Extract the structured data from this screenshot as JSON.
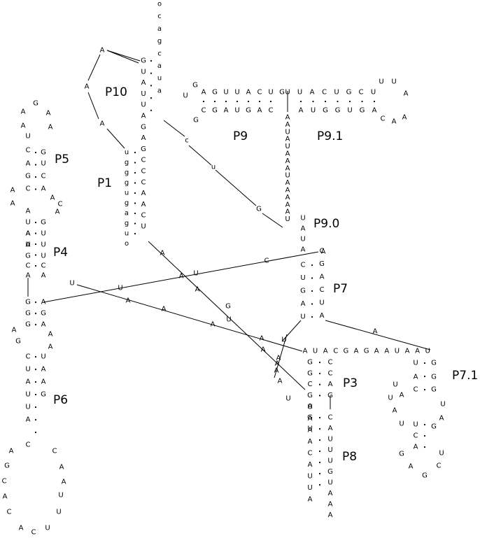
{
  "diagram": {
    "stem_labels": [
      "P10",
      "P1",
      "P5",
      "P4",
      "P6",
      "P9",
      "P9.1",
      "P9.0",
      "P7",
      "P3",
      "P8",
      "P7.1"
    ],
    "strands": [
      {
        "name": "five-prime-tail",
        "seq": "ocagcaua"
      },
      {
        "name": "p10-left-loop",
        "seq": "AAA"
      },
      {
        "name": "p1-left",
        "seq": "GUAUUAGAGCCCAACU"
      },
      {
        "name": "p1-right",
        "seq": "ugggugaguo"
      },
      {
        "name": "p9-top",
        "seq": "AGUUACUG"
      },
      {
        "name": "p9-bottom",
        "seq": "CGAUGAC"
      },
      {
        "name": "p9-cap",
        "seq": "GUG"
      },
      {
        "name": "p9-1-top",
        "seq": "UUACUGCU"
      },
      {
        "name": "p9-1-cap",
        "seq": "UUAAAC"
      },
      {
        "name": "p9-1-bottom",
        "seq": "AUGGUGA"
      },
      {
        "name": "p9-0-linker",
        "seq": "cuG"
      },
      {
        "name": "poly-a",
        "seq": "AAUAUAAAUAAAAAU"
      },
      {
        "name": "p9-0-pair",
        "seq": "UAUA"
      },
      {
        "name": "p7-left",
        "seq": "CUGAU"
      },
      {
        "name": "p7-right",
        "seq": "CGACUA"
      },
      {
        "name": "j-p7-p3",
        "seq": "UAA"
      },
      {
        "name": "p3-top-run",
        "seq": "AUACGAGAAUAAU"
      },
      {
        "name": "p7-1-hairpin",
        "seq": "UACGGGUAGUCGAGUCAUAUUA"
      },
      {
        "name": "p3-left",
        "seq": "GGCGAGU"
      },
      {
        "name": "p3-right",
        "seq": "CCAG"
      },
      {
        "name": "p8-left",
        "seq": "UAAACAUUA"
      },
      {
        "name": "p8-right",
        "seq": "CAUUUGUAAA"
      },
      {
        "name": "p5-left",
        "seq": "UCAGCUAA"
      },
      {
        "name": "p5-loop",
        "seq": "AGAAA"
      },
      {
        "name": "p5-right",
        "seq": "GUCAACA"
      },
      {
        "name": "p4-left",
        "seq": "AUGCA"
      },
      {
        "name": "p4-right",
        "seq": "AAAGU"
      },
      {
        "name": "p6-left",
        "seq": "GGGAGCUAUUAC"
      },
      {
        "name": "p6-right",
        "seq": "UUCAAGAAAUAAG"
      },
      {
        "name": "p6-loop",
        "seq": "AGCACACUUUAAC"
      },
      {
        "name": "crossing-links",
        "seq": "UUUCAAAAAUAAAAAUAAG"
      }
    ]
  }
}
